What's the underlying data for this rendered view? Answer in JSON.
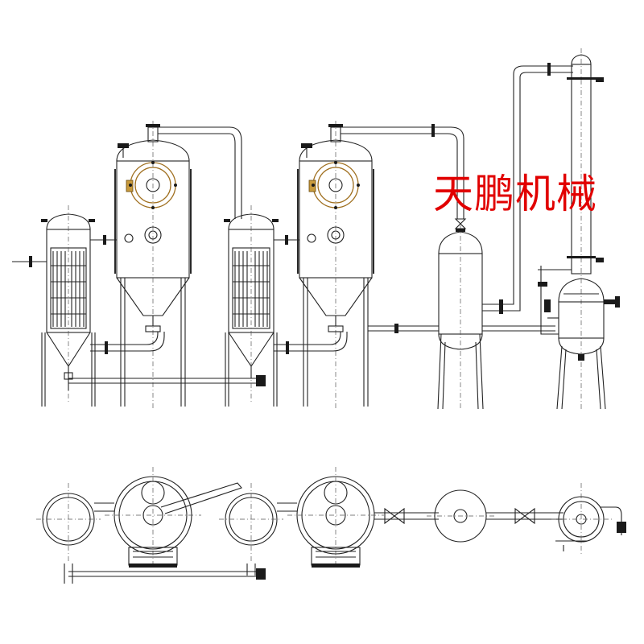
{
  "watermark": {
    "text": "天鹏机械",
    "color": "#e10000"
  },
  "drawing": {
    "line_color": "#222222",
    "background": "#ffffff",
    "views": [
      "front-elevation",
      "plan-view"
    ]
  }
}
